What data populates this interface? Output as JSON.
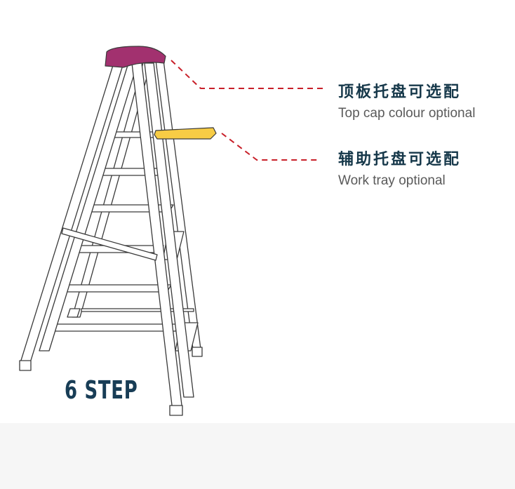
{
  "step_label": "6 STEP",
  "callouts": {
    "top_cap": {
      "title": "顶板托盘可选配",
      "subtitle": "Top cap colour optional"
    },
    "work_tray": {
      "title": "辅助托盘可选配",
      "subtitle": "Work tray optional"
    }
  },
  "colors": {
    "top_cap": "#a2316f",
    "work_tray": "#f7cc45",
    "leader_line": "#c8202a",
    "outline": "#3a3a3a",
    "title_text": "#16384a",
    "step_text": "#183d56",
    "footer_band": "#f6f6f6"
  }
}
